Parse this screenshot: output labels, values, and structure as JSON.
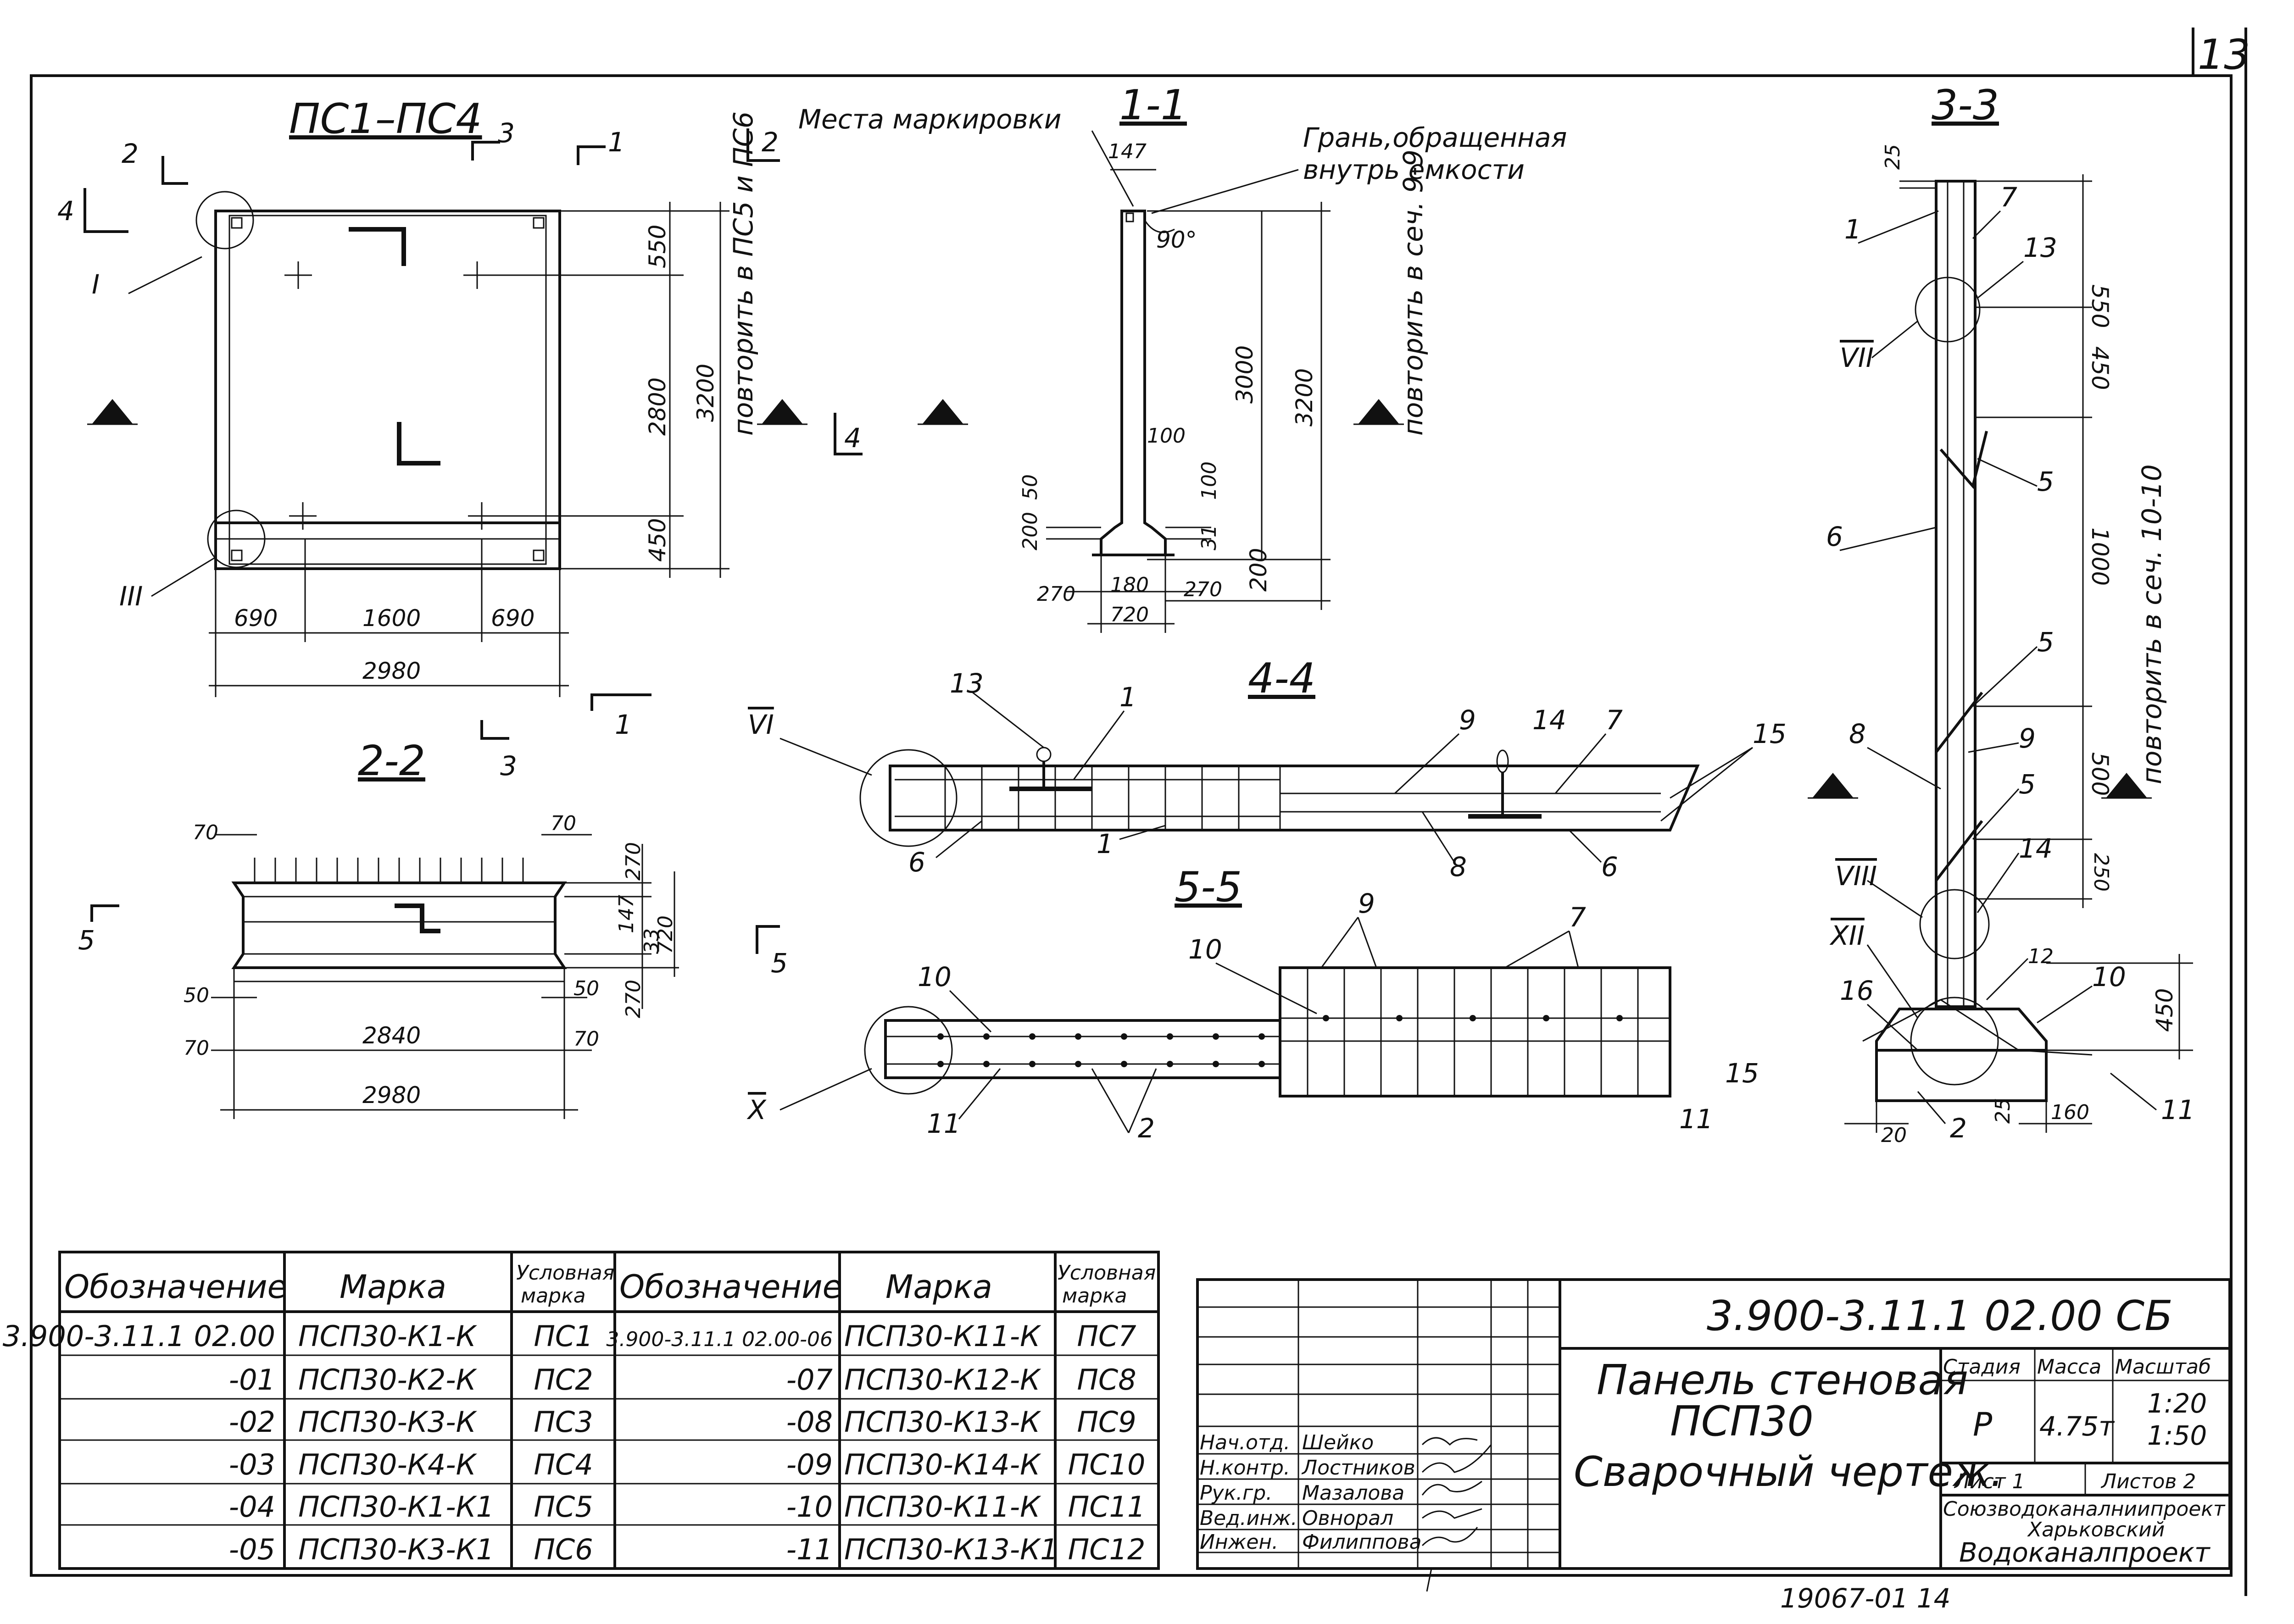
{
  "sheet": {
    "page_number": "13",
    "footer_code": "19067-01 14"
  },
  "views": {
    "plan": {
      "title": "ПС1–ПС4",
      "note": "повторить в ПС5 и ПС6",
      "dims": {
        "top": "550",
        "mid": "2800",
        "bot": "450",
        "total": "3200",
        "left": "690",
        "center": "1600",
        "right": "690",
        "width": "2980"
      },
      "nodes": {
        "n1": "I",
        "n3": "III"
      },
      "cuts": {
        "c1": "1",
        "c2": "2",
        "c3": "3",
        "c4": "4",
        "c1b": "1",
        "c3b": "3",
        "c2b": "2",
        "c4b": "4"
      }
    },
    "s11": {
      "title": "1-1",
      "label_marking": "Места маркировки",
      "label_face_1": "Грань,обращенная",
      "label_face_2": "внутрь емкости",
      "note": "повторить в сеч. 9-9",
      "dims": {
        "d147": "147",
        "d90": "90°",
        "d3000": "3000",
        "d3200": "3200",
        "d100a": "100",
        "d100b": "100",
        "d200a": "200",
        "d50": "50",
        "d31": "31",
        "d200b": "200",
        "d270a": "270",
        "d180": "180",
        "d270b": "270",
        "d720": "720"
      }
    },
    "s22": {
      "title": "2-2",
      "cut": "5",
      "dims": {
        "d70a": "70",
        "d70b": "70",
        "d270a": "270",
        "d147": "147",
        "d33": "33",
        "d720": "720",
        "d270b": "270",
        "d50a": "50",
        "d50b": "50",
        "d70c": "70",
        "d70d": "70",
        "d2840": "2840",
        "d2980": "2980"
      }
    },
    "s44": {
      "title": "4-4",
      "node": "VI",
      "callouts": {
        "c13": "13",
        "c1a": "1",
        "c9": "9",
        "c14": "14",
        "c7": "7",
        "c15": "15",
        "c6a": "6",
        "c1b": "1",
        "c8": "8",
        "c6b": "6"
      }
    },
    "s55": {
      "title": "5-5",
      "cut": "5",
      "node": "X",
      "callouts": {
        "c10a": "10",
        "c10b": "10",
        "c9": "9",
        "c7": "7",
        "c15": "15",
        "c11a": "11",
        "c2": "2",
        "c11b": "11"
      }
    },
    "s33": {
      "title": "3-3",
      "note": "повторить в сеч. 10-10",
      "dims": {
        "d25a": "25",
        "d550": "550",
        "d450a": "450",
        "d1000": "1000",
        "d500": "500",
        "d250": "250",
        "d450b": "450",
        "d20": "20",
        "d25b": "25",
        "d160": "160"
      },
      "callouts": {
        "c1": "1",
        "c7": "7",
        "c13": "13",
        "c5a": "5",
        "c6": "6",
        "c5b": "5",
        "c8": "8",
        "c9": "9",
        "c5c": "5",
        "c14": "14",
        "c12": "12",
        "c10": "10",
        "c16": "16",
        "c2": "2",
        "c11": "11"
      },
      "nodes": {
        "n7": "VII",
        "n8": "VIII",
        "n12": "XII"
      }
    }
  },
  "spec_table": {
    "headers": {
      "designation": "Обозначение",
      "mark": "Марка",
      "symbol": "Условная марка"
    },
    "rows_left": [
      {
        "designation": "3.900-3.11.1 02.00",
        "mark": "ПСП30-К1-К",
        "symbol": "ПС1"
      },
      {
        "designation": "-01",
        "mark": "ПСП30-К2-К",
        "symbol": "ПС2"
      },
      {
        "designation": "-02",
        "mark": "ПСП30-К3-К",
        "symbol": "ПС3"
      },
      {
        "designation": "-03",
        "mark": "ПСП30-К4-К",
        "symbol": "ПС4"
      },
      {
        "designation": "-04",
        "mark": "ПСП30-К1-К1",
        "symbol": "ПС5"
      },
      {
        "designation": "-05",
        "mark": "ПСП30-К3-К1",
        "symbol": "ПС6"
      }
    ],
    "rows_right": [
      {
        "designation": "3.900-3.11.1 02.00-06",
        "mark": "ПСП30-К11-К",
        "symbol": "ПС7"
      },
      {
        "designation": "-07",
        "mark": "ПСП30-К12-К",
        "symbol": "ПС8"
      },
      {
        "designation": "-08",
        "mark": "ПСП30-К13-К",
        "symbol": "ПС9"
      },
      {
        "designation": "-09",
        "mark": "ПСП30-К14-К",
        "symbol": "ПС10"
      },
      {
        "designation": "-10",
        "mark": "ПСП30-К11-К",
        "symbol": "ПС11"
      },
      {
        "designation": "-11",
        "mark": "ПСП30-К13-К1",
        "symbol": "ПС12"
      }
    ]
  },
  "title_block": {
    "doc_code": "3.900-3.11.1 02.00 СБ",
    "title_1": "Панель стеновая",
    "title_2": "ПСП30",
    "title_3": "Сварочный чертеж.",
    "stage_h": "Стадия",
    "mass_h": "Масса",
    "scale_h": "Масштаб",
    "stage": "Р",
    "mass": "4.75т",
    "scale_1": "1:20",
    "scale_2": "1:50",
    "sheet": "Лист 1",
    "sheets": "Листов 2",
    "org_1": "Союзводоканалниипроект",
    "org_2": "Харьковский",
    "org_3": "Водоканалпроект",
    "staff": [
      {
        "role": "Нач.отд.",
        "name": "Шейко"
      },
      {
        "role": "Н.контр.",
        "name": "Лостников"
      },
      {
        "role": "Рук.гр.",
        "name": "Мазалова"
      },
      {
        "role": "Вед.инж.",
        "name": "Овнорал"
      },
      {
        "role": "Инжен.",
        "name": "Филиппова"
      }
    ]
  }
}
